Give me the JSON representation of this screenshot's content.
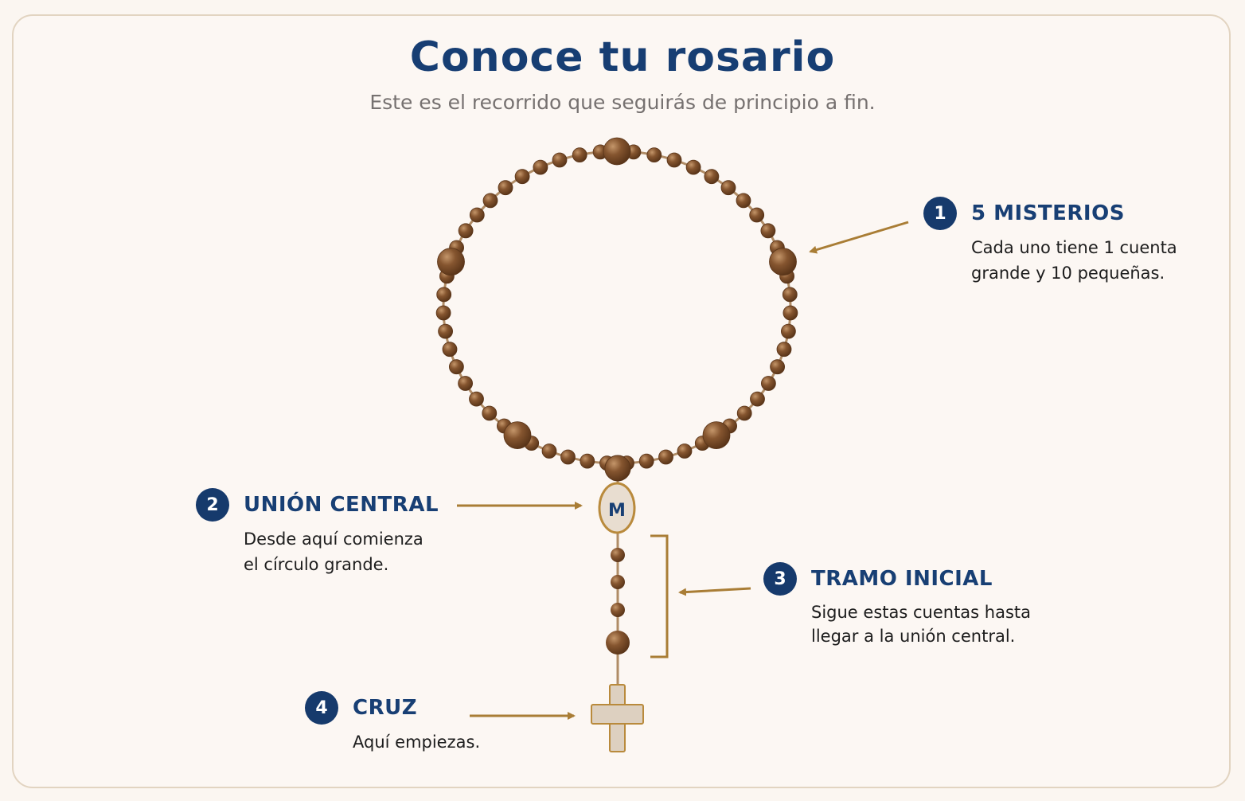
{
  "header": {
    "title": "Conoce tu rosario",
    "subtitle": "Este es el recorrido que seguirás de principio a fin."
  },
  "medal_letter": "M",
  "callouts": [
    {
      "number": "1",
      "title": "5 MISTERIOS",
      "lines": [
        "Cada uno tiene 1 cuenta",
        "grande y 10 pequeñas."
      ]
    },
    {
      "number": "2",
      "title": "UNIÓN CENTRAL",
      "lines": [
        "Desde aquí comienza",
        "el círculo grande."
      ]
    },
    {
      "number": "3",
      "title": "TRAMO INICIAL",
      "lines": [
        "Sigue estas cuentas hasta",
        "llegar a la unión central."
      ]
    },
    {
      "number": "4",
      "title": "CRUZ",
      "lines": [
        "Aquí empiezas."
      ]
    }
  ],
  "colors": {
    "navy": "#163a6c",
    "bead": "#7a4e2b",
    "bead_highlight": "#c4966a",
    "arrow": "#a97d35",
    "medal_fill": "#e8ddd0",
    "background": "#fcf7f3"
  }
}
